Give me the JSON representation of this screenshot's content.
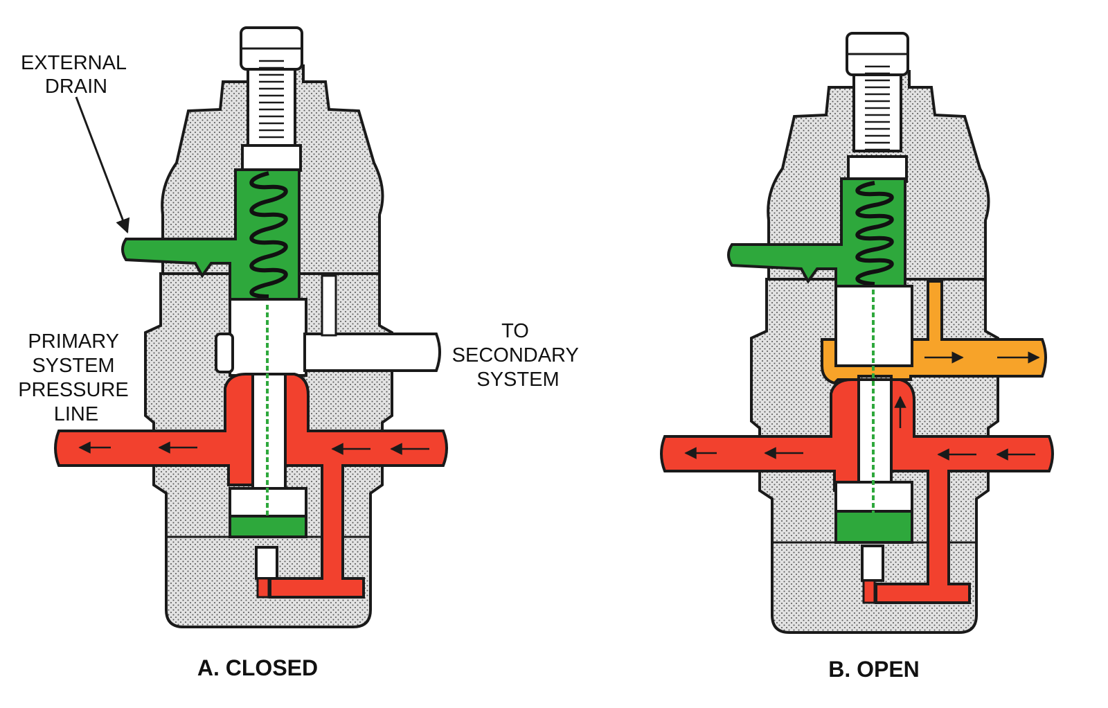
{
  "labels": {
    "external_drain": [
      "EXTERNAL",
      "DRAIN"
    ],
    "primary_line": [
      "PRIMARY",
      "SYSTEM",
      "PRESSURE",
      "LINE"
    ],
    "secondary": [
      "TO",
      "SECONDARY",
      "SYSTEM"
    ]
  },
  "captions": {
    "closed": "A.  CLOSED",
    "open": "B.  OPEN"
  },
  "colors": {
    "body_fill": "#e2e2e2",
    "drain_green": "#2ea83c",
    "pressure_red": "#f2412e",
    "secondary_orange": "#f7a329",
    "outline": "#1a1a1a",
    "stipple": "#555555"
  }
}
